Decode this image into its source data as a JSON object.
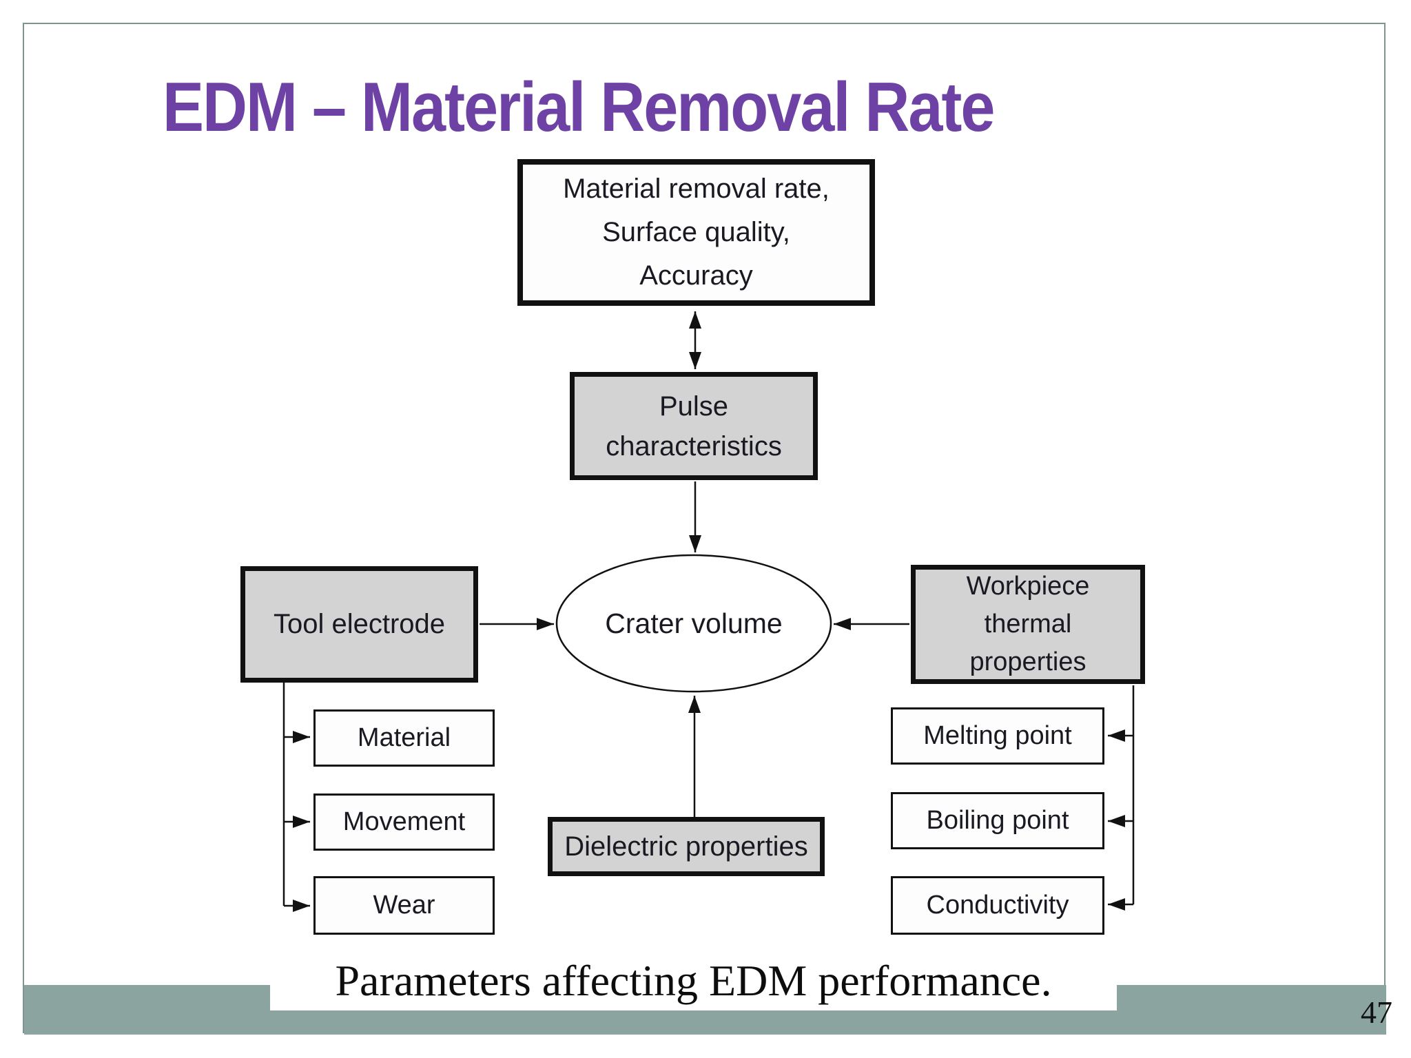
{
  "slide": {
    "title": "EDM – Material Removal Rate",
    "caption": "Parameters affecting EDM performance.",
    "page_number": "47",
    "colors": {
      "title_purple": "#6e42a5",
      "footer_teal": "#8ba49f",
      "box_gray": "#d3d3d3",
      "frame_border": "#7f948e"
    }
  },
  "diagram": {
    "output_box": {
      "line1": "Material removal rate,",
      "line2": "Surface quality,",
      "line3": "Accuracy"
    },
    "pulse_box": {
      "line1": "Pulse",
      "line2": "characteristics"
    },
    "crater_ellipse": {
      "label": "Crater volume"
    },
    "tool_box": {
      "label": "Tool electrode"
    },
    "workpiece_box": {
      "line1": "Workpiece",
      "line2": "thermal",
      "line3": "properties"
    },
    "dielectric_box": {
      "label": "Dielectric properties"
    },
    "tool_factors": [
      "Material",
      "Movement",
      "Wear"
    ],
    "workpiece_factors": [
      "Melting point",
      "Boiling point",
      "Conductivity"
    ]
  }
}
